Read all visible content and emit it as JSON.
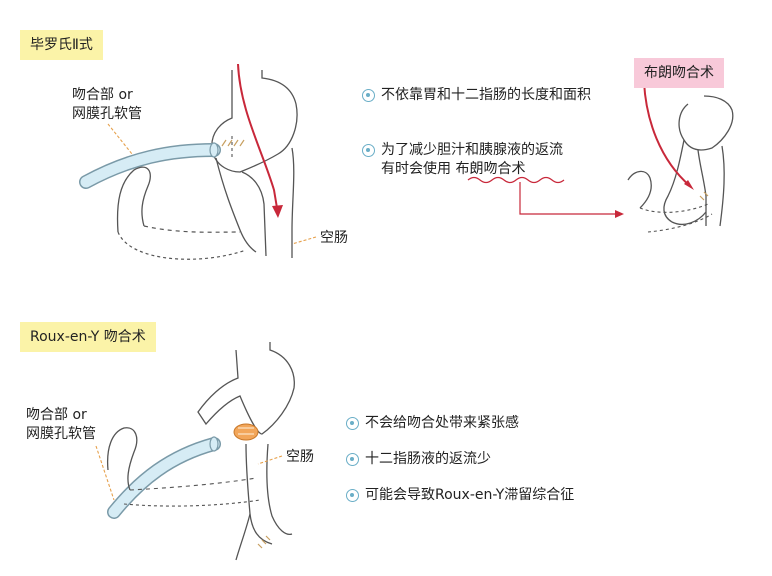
{
  "section1": {
    "title": "毕罗氏Ⅱ式",
    "label_anastomosis_1": "吻合部 or",
    "label_anastomosis_2": "网膜孔软管",
    "label_jejunum": "空肠",
    "bullets": [
      "不依靠胃和十二指肠的长度和面积",
      "为了减少胆汁和胰腺液的返流",
      "有时会使用  布朗吻合术"
    ],
    "inset_title": "布朗吻合术"
  },
  "section2": {
    "title": "Roux-en-Y 吻合术",
    "label_anastomosis_1": "吻合部 or",
    "label_anastomosis_2": "网膜孔软管",
    "label_jejunum": "空肠",
    "bullets": [
      "不会给吻合处带来紧张感",
      "十二指肠液的返流少",
      "可能会导致Roux-en-Y滞留综合征"
    ]
  },
  "colors": {
    "tag_yellow": "#fbf3a8",
    "tag_pink": "#f8c9d9",
    "tube_blue": "#d6ecf5",
    "arrow_red": "#c8283a",
    "anastomosis_orange": "#f2a65a",
    "bullet_blue": "#6aaec7"
  }
}
